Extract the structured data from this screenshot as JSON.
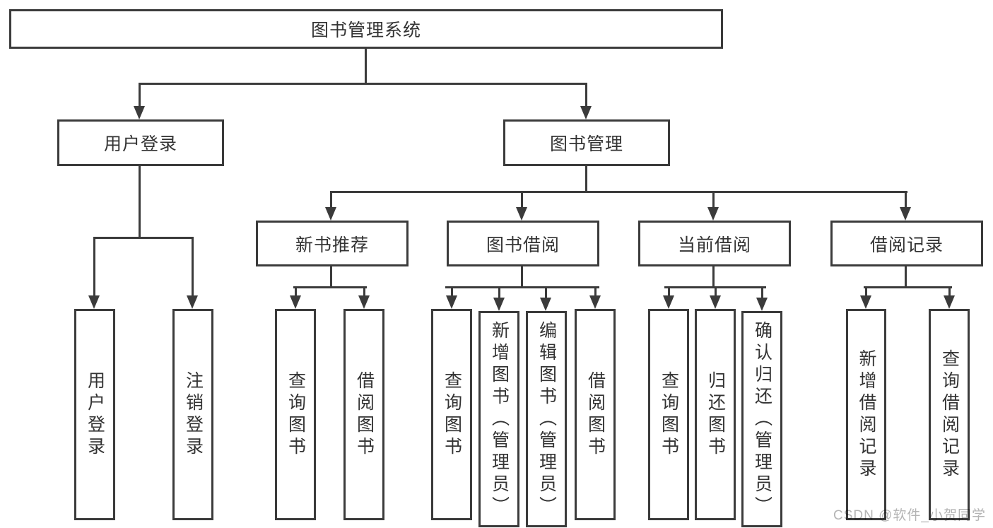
{
  "diagram": {
    "root": {
      "label": "图书管理系统"
    },
    "login": {
      "label": "用户登录",
      "children": [
        {
          "label": "用户登录"
        },
        {
          "label": "注销登录"
        }
      ]
    },
    "management": {
      "label": "图书管理",
      "sections": [
        {
          "label": "新书推荐",
          "children": [
            {
              "label": "查询图书"
            },
            {
              "label": "借阅图书"
            }
          ]
        },
        {
          "label": "图书借阅",
          "children": [
            {
              "label": "查询图书"
            },
            {
              "label": "新增图书（管理员）"
            },
            {
              "label": "编辑图书（管理员）"
            },
            {
              "label": "借阅图书"
            }
          ]
        },
        {
          "label": "当前借阅",
          "children": [
            {
              "label": "查询图书"
            },
            {
              "label": "归还图书"
            },
            {
              "label": "确认归还（管理员）"
            }
          ]
        },
        {
          "label": "借阅记录",
          "children": [
            {
              "label": "新增借阅记录"
            },
            {
              "label": "查询借阅记录"
            }
          ]
        }
      ]
    }
  },
  "watermark": {
    "text": "CSDN @软件_小贺同学"
  },
  "colors": {
    "line": "#3b3b3b",
    "text": "#333333",
    "background": "#ffffff",
    "watermark": "#b4b4b4"
  }
}
